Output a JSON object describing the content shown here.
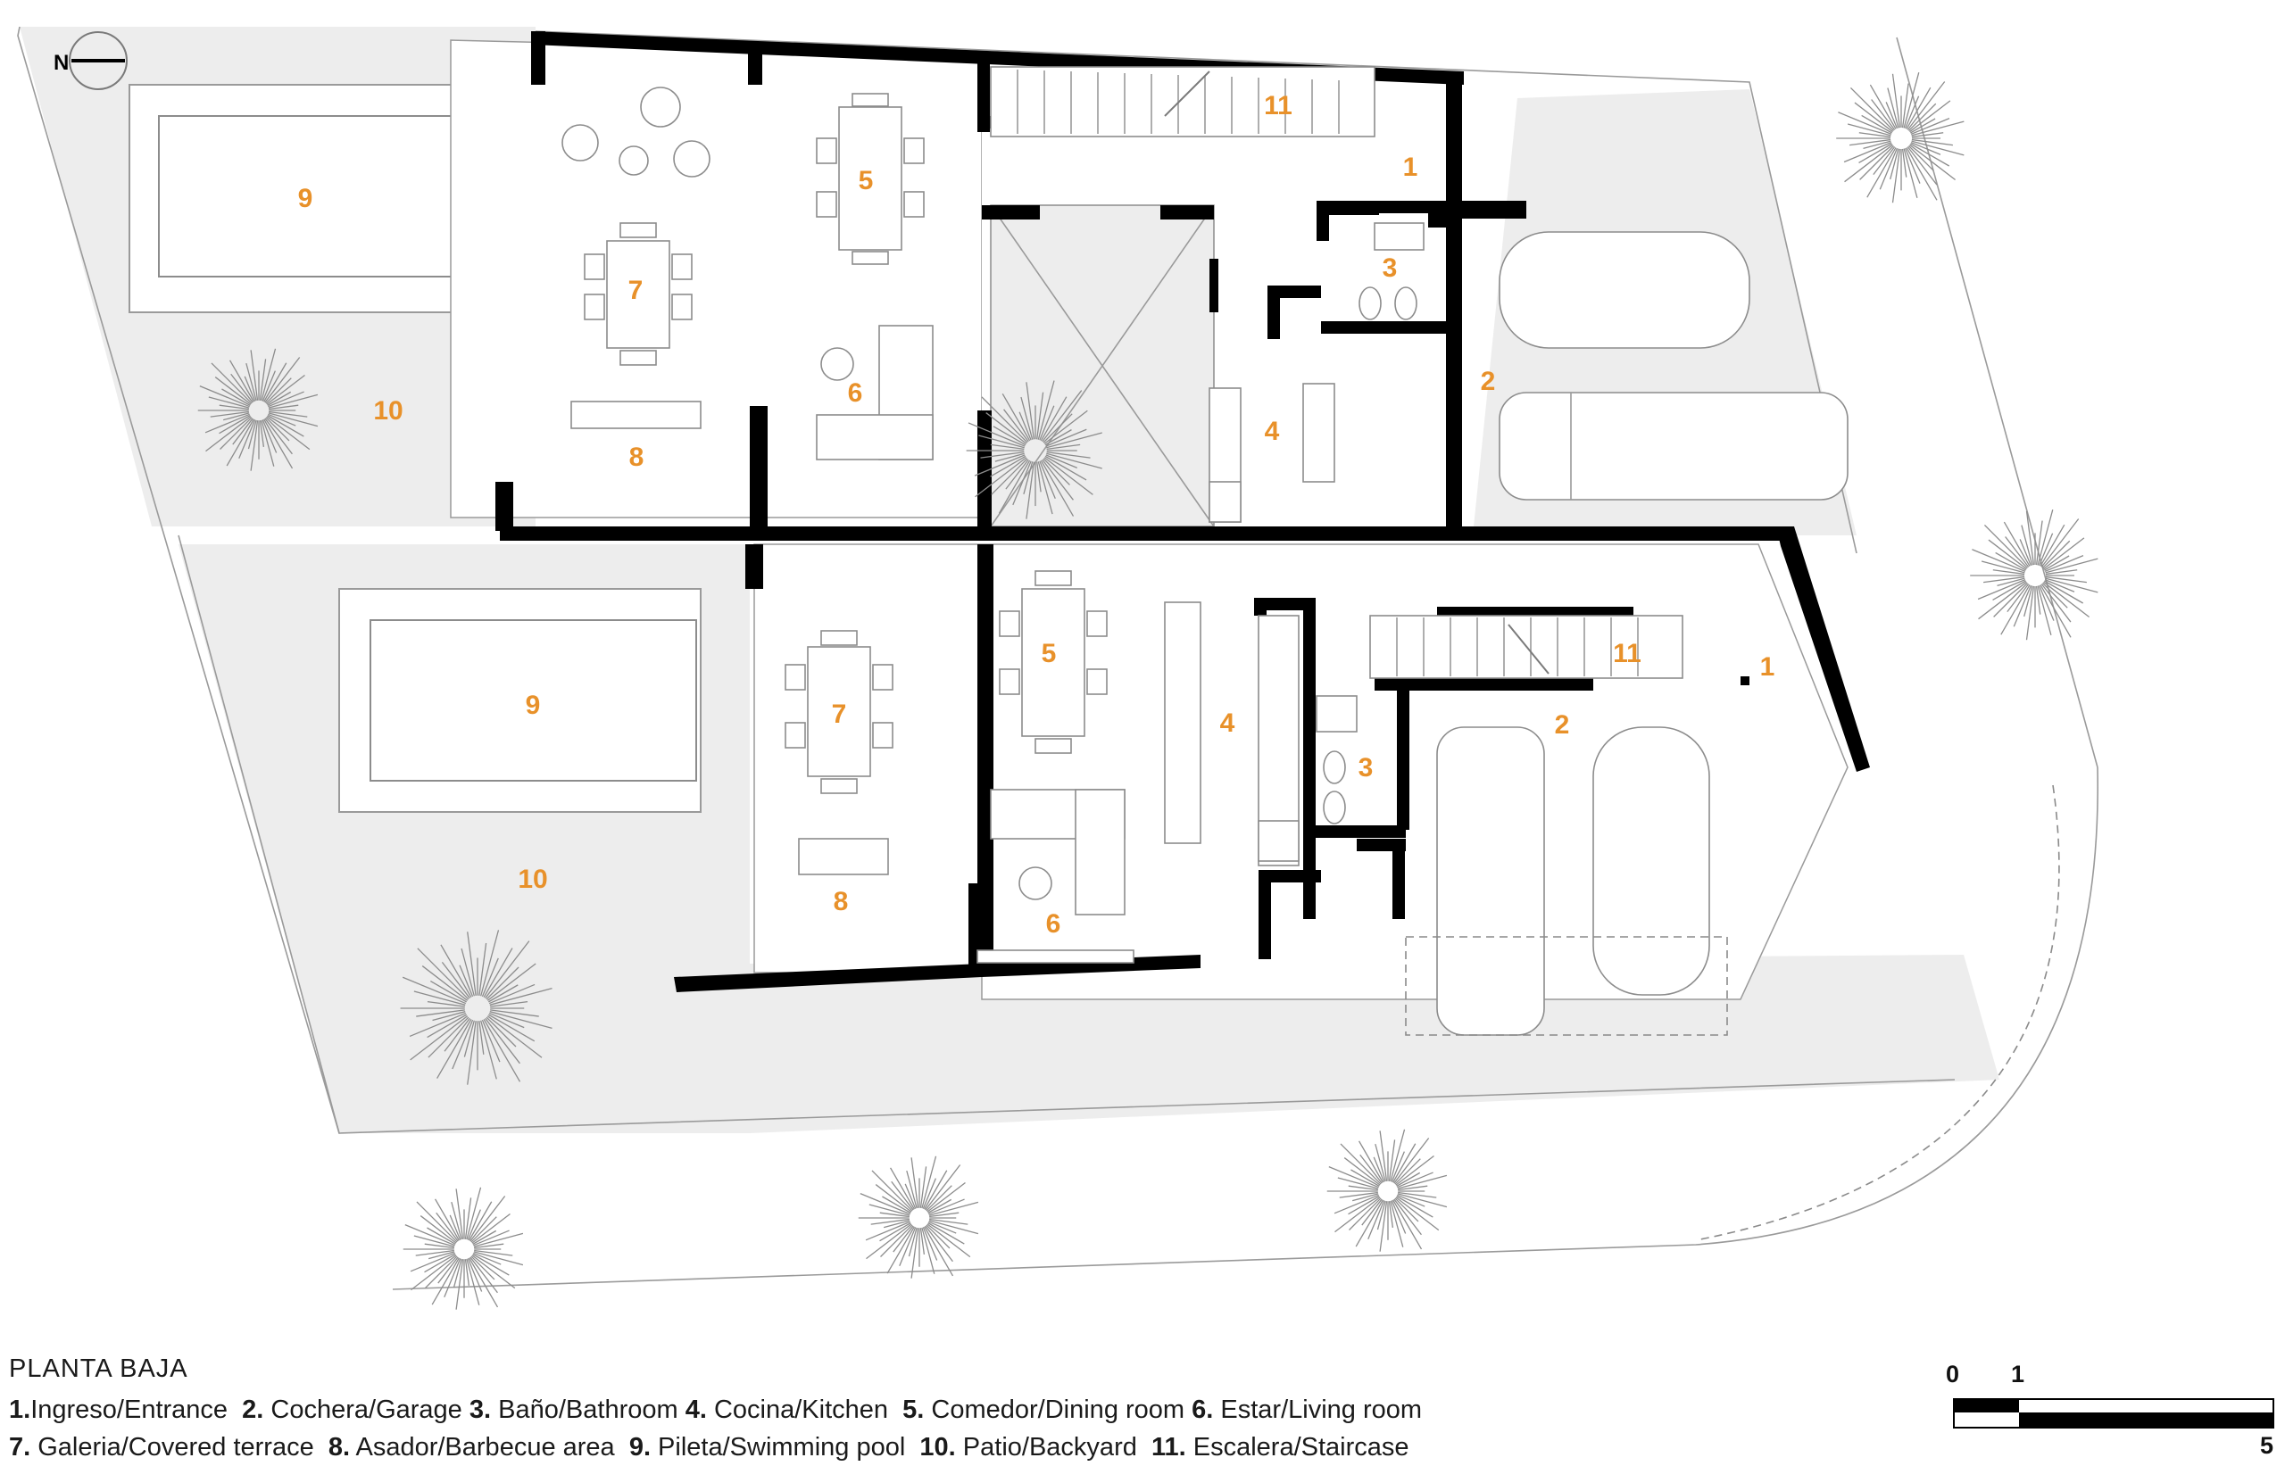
{
  "plan": {
    "north_label": "N",
    "rooms": [
      {
        "num": "1"
      },
      {
        "num": "2"
      },
      {
        "num": "3"
      },
      {
        "num": "4"
      },
      {
        "num": "5"
      },
      {
        "num": "6"
      },
      {
        "num": "7"
      },
      {
        "num": "8"
      },
      {
        "num": "9"
      },
      {
        "num": "10"
      },
      {
        "num": "11"
      },
      {
        "num": "1"
      },
      {
        "num": "2"
      },
      {
        "num": "3"
      },
      {
        "num": "4"
      },
      {
        "num": "5"
      },
      {
        "num": "6"
      },
      {
        "num": "7"
      },
      {
        "num": "8"
      },
      {
        "num": "9"
      },
      {
        "num": "10"
      },
      {
        "num": "11"
      }
    ],
    "accent_color": "#e8912a",
    "wall_color": "#000000"
  },
  "legend": {
    "title": "PLANTA BAJA",
    "row1": [
      {
        "n": "1.",
        "t": "Ingreso/Entrance"
      },
      {
        "n": "2.",
        "t": " Cochera/Garage"
      },
      {
        "n": "3.",
        "t": " Baño/Bathroom"
      },
      {
        "n": "4.",
        "t": " Cocina/Kitchen"
      },
      {
        "n": "5.",
        "t": " Comedor/Dining room"
      },
      {
        "n": "6.",
        "t": " Estar/Living room"
      }
    ],
    "row2": [
      {
        "n": "7.",
        "t": " Galeria/Covered terrace"
      },
      {
        "n": "8.",
        "t": " Asador/Barbecue area"
      },
      {
        "n": "9.",
        "t": " Pileta/Swimming pool"
      },
      {
        "n": "10.",
        "t": " Patio/Backyard"
      },
      {
        "n": "11.",
        "t": " Escalera/Staircase"
      }
    ]
  },
  "scale_bar": {
    "label_0": "0",
    "label_1": "1",
    "label_5": "5"
  }
}
